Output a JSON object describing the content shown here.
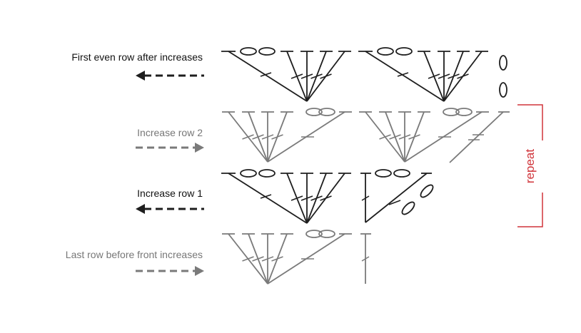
{
  "labels": {
    "row_first_even": "First even row after increases",
    "row_increase_2": "Increase row 2",
    "row_increase_1": "Increase row 1",
    "row_last_before": "Last row before front increases"
  },
  "bracket_label": "repeat",
  "colors": {
    "dark": "#1e1e1e",
    "gray": "#7a7a7a",
    "repeat": "#d0343a"
  }
}
